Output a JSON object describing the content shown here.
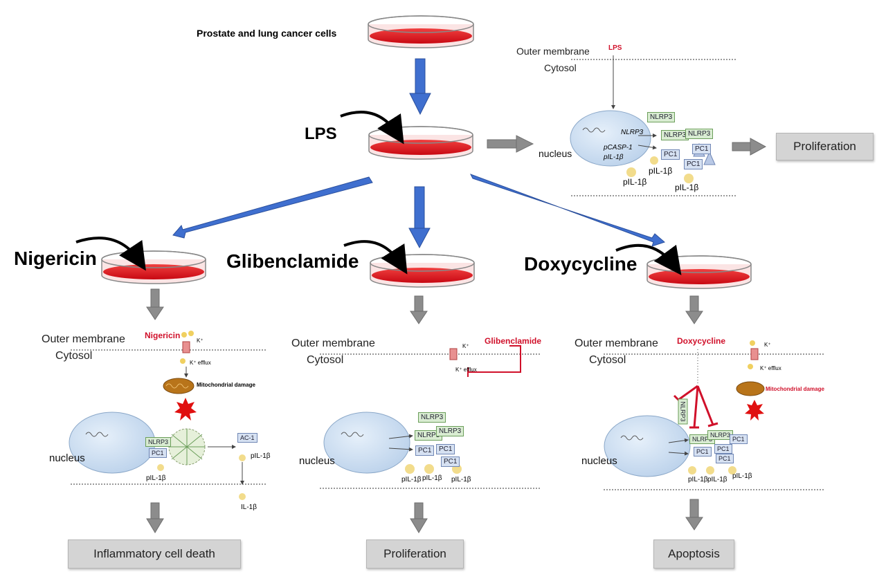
{
  "source": "Prostate and lung cancer cells",
  "stimulus": "LPS",
  "top_panel": {
    "outer_membrane": "Outer membrane",
    "cytosol": "Cytosol",
    "lps_tag": "LPS",
    "nucleus": "nucleus",
    "nlrp3": "NLRP3",
    "gene_nlrp3": "NLRP3",
    "gene_pcasp1": "pCASP-1",
    "gene_pil1b": "pIL-1β",
    "pc1": "PC1",
    "pil1b": "pIL-1β",
    "outcome": "Proliferation"
  },
  "branches": [
    {
      "drug": "Nigericin",
      "outer_membrane": "Outer membrane",
      "cytosol": "Cytosol",
      "drug_tag": "Nigericin",
      "k_ion": "K⁺",
      "k_efflux": "K⁺ efflux",
      "mito": "Mitochondrial damage",
      "nucleus": "nucleus",
      "nlrp3": "NLRP3",
      "pc1": "PC1",
      "ac1": "AC-1",
      "pil1b": "pIL-1β",
      "il1b": "IL-1β",
      "outcome": "Inflammatory cell death"
    },
    {
      "drug": "Glibenclamide",
      "outer_membrane": "Outer membrane",
      "cytosol": "Cytosol",
      "drug_tag": "Glibenclamide",
      "k_ion": "K⁺",
      "k_efflux": "K⁺ efflux",
      "nucleus": "nucleus",
      "nlrp3": "NLRP3",
      "pc1": "PC1",
      "pil1b": "pIL-1β",
      "outcome": "Proliferation"
    },
    {
      "drug": "Doxycycline",
      "outer_membrane": "Outer membrane",
      "cytosol": "Cytosol",
      "drug_tag": "Doxycycline",
      "k_ion": "K⁺",
      "k_efflux": "K⁺ efflux",
      "mito": "Mitochondrial damage",
      "nucleus": "nucleus",
      "nlrp3": "NLRP3",
      "pc1": "PC1",
      "pil1b": "pIL-1β",
      "outcome": "Apoptosis"
    }
  ],
  "colors": {
    "dish_red": "#e8141f",
    "arrow_blue": "#3f6fcf",
    "arrow_gray": "#8c8c8c",
    "inhibit_red": "#d0102a",
    "nucleus_fill": "#cfe0f2"
  }
}
